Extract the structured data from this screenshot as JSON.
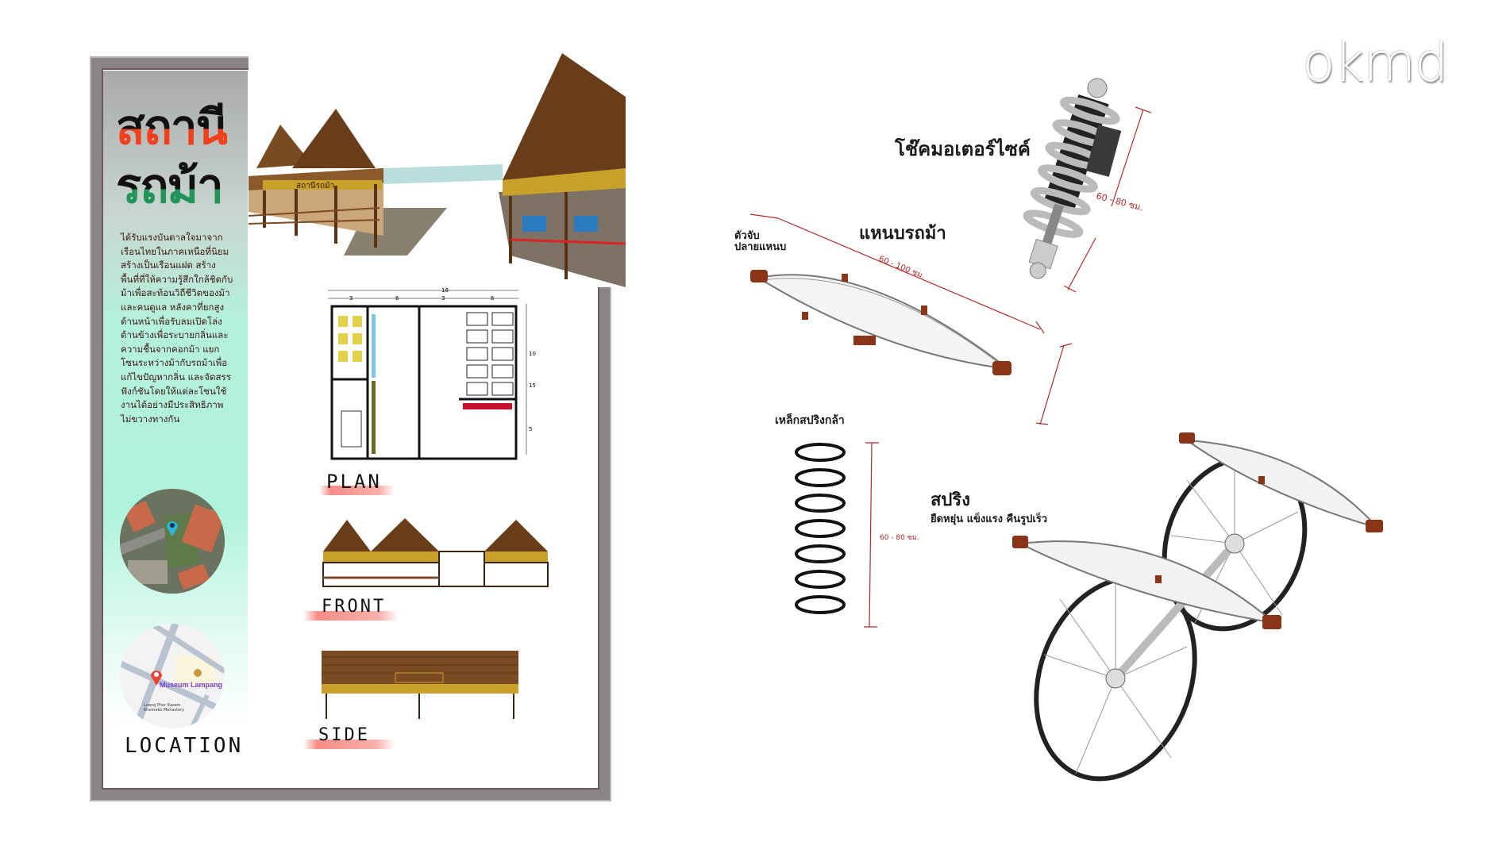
{
  "logo": {
    "text": "okmd"
  },
  "board": {
    "title_line1": "สถานี",
    "title_line2": "รถม้า",
    "description_lines": [
      "ได้รับแรงบันดาลใจมาจาก",
      "เรือนไทยในภาคเหนือที่นิยม",
      "สร้างเป็นเรือนแฝด สร้าง",
      "พื้นที่ที่ให้ความรู้สึกใกล้ชิดกับ",
      "ม้าเพื่อสะท้อนวิถีชีวิตของม้า",
      "และคนดูแล หลังคาที่ยกสูง",
      "ด้านหน้าเพื่อรับลมเปิดโล่ง",
      "ด้านข้างเพื่อระบายกลิ่นและ",
      "ความชื้นจากคอกม้า แยก",
      "โซนระหว่างม้ากับรถม้าเพื่อ",
      "แก้ไขปัญหากลิ่น และจัดสรร",
      "ฟังก์ชันโดยให้แต่ละโซนใช้",
      "งานได้อย่างมีประสิทธิภาพ",
      "ไม่ขวางทางกัน"
    ],
    "render_sign": "สถานีรถม้า",
    "plan_label": "PLAN",
    "front_label": "FRONT",
    "side_label": "SIDE",
    "location_label": "LOCATION",
    "map_label_museum": "Museum Lampang",
    "map_label_temple": "Luang Phor Kasem Khemako Monastery",
    "plan_dims": {
      "total": "18",
      "segments": [
        "3",
        "6",
        "3",
        "6"
      ],
      "depth_total": "15",
      "depth_a": "10",
      "depth_b": "5"
    }
  },
  "parts": {
    "shock_title": "โช๊คมอเตอร์ไซค์",
    "shock_dim": "60 - 80 ซม.",
    "leaf_title": "แหนบรถม้า",
    "leaf_clamp_label_1": "ตัวจับ",
    "leaf_clamp_label_2": "ปลายแหนบ",
    "leaf_dim": "60 - 100 ซม.",
    "coil_title": "เหล็กสปริงกล้า",
    "coil_dim": "60 - 80 ซม.",
    "spring_title": "สปริง",
    "spring_subtitle": "ยืดหยุ่น แข็งแรง คืนรูปเร็ว"
  },
  "colors": {
    "wood": "#7a4a22",
    "accent_red": "#e8402a",
    "accent_green": "#22945a",
    "sidebar_mint": "#b0f3dd",
    "dim_red": "#b22a2a"
  }
}
